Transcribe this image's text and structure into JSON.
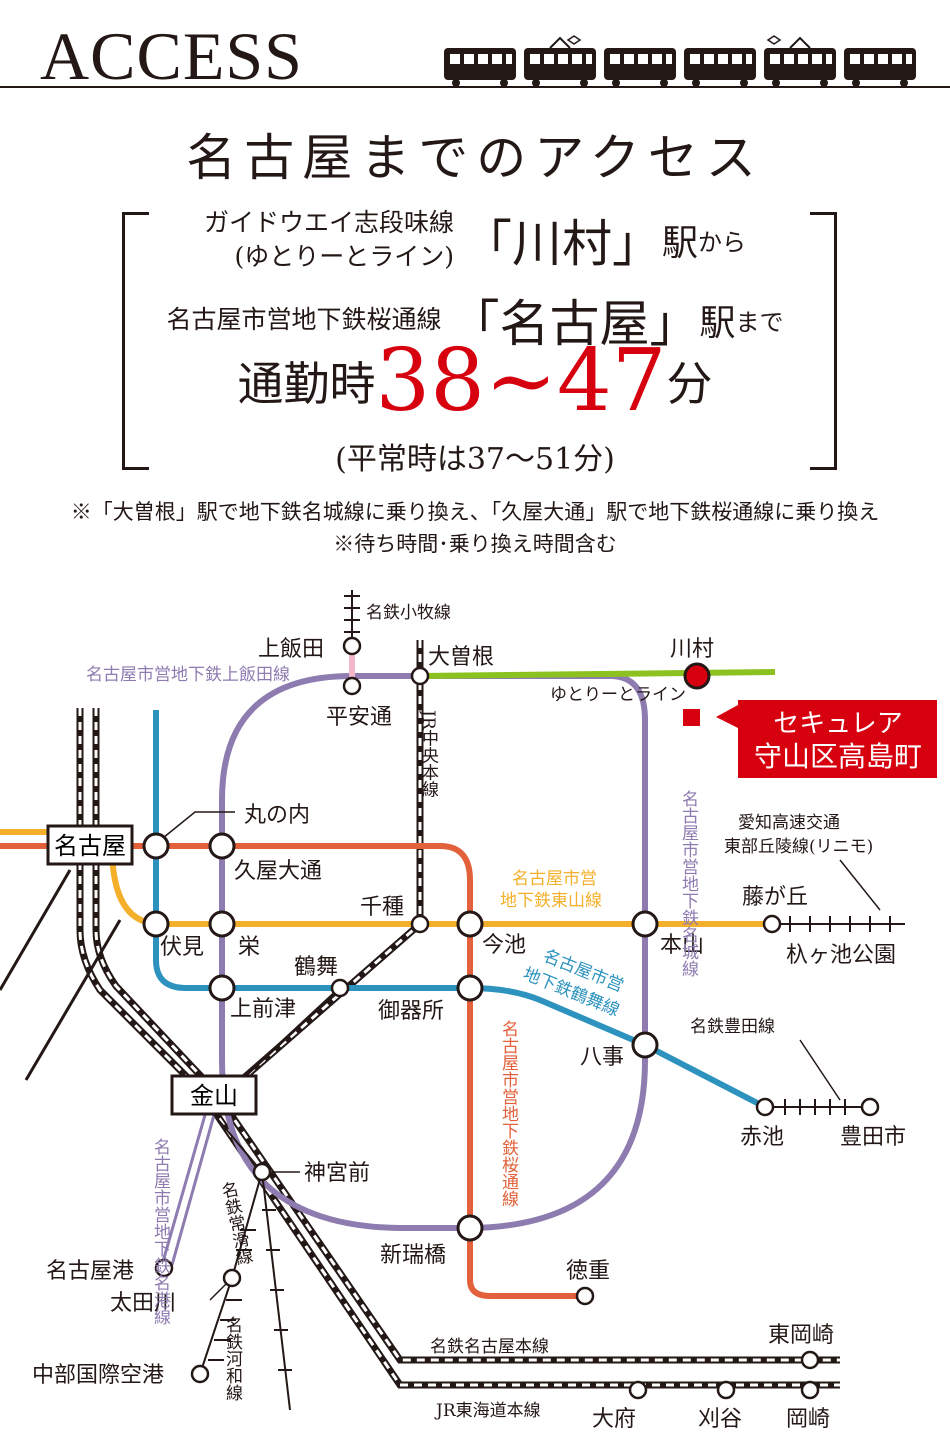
{
  "header": {
    "title": "ACCESS"
  },
  "subtitle": "名古屋までのアクセス",
  "summary": {
    "line_from_1": "ガイドウエイ志段味線",
    "line_from_2": "(ゆとりーとライン)",
    "from_station": "「川村」",
    "from_eki": "駅",
    "from_suffix": "から",
    "line_to": "名古屋市営地下鉄桜通線",
    "to_station": "「名古屋」",
    "to_eki": "駅",
    "to_suffix": "まで",
    "commute_label": "通勤時",
    "commute_range": "38~47",
    "commute_unit": "分",
    "normal_time": "(平常時は37〜51分)"
  },
  "notes": [
    "※「大曽根」駅で地下鉄名城線に乗り換え、「久屋大通」駅で地下鉄桜通線に乗り換え",
    "※待ち時間･乗り換え時間含む"
  ],
  "colors": {
    "meijo": "#8e7cb0",
    "higashiyama": "#f4b02a",
    "tsurumai": "#2d93be",
    "sakuradori": "#e2613a",
    "yutorito": "#8bc220",
    "kamiiida": "#f3b7c9",
    "accent_red": "#d7000f",
    "ink": "#231815"
  },
  "map": {
    "property_callout": [
      "セキュレア",
      "守山区高島町"
    ],
    "line_labels": {
      "meitetsu_komaki": "名鉄小牧線",
      "kamiiida_line": "名古屋市営地下鉄上飯田線",
      "yutorito_line": "ゆとりーとライン",
      "jr_chuo": "JR中央本線",
      "meijo_line": "名古屋市営地下鉄名城線",
      "higashiyama_line": [
        "名古屋市営",
        "地下鉄東山線"
      ],
      "tsurumai_line": [
        "名古屋市営",
        "地下鉄鶴舞線"
      ],
      "sakuradori_line": "名古屋市営地下鉄桜通線",
      "meiko_line": "名古屋市営地下鉄名港線",
      "linimo_line": [
        "愛知高速交通",
        "東部丘陵線(リニモ)"
      ],
      "meitetsu_toyota": "名鉄豊田線",
      "meitetsu_tokoname": "名鉄常滑線",
      "meitetsu_kowa": "名鉄河和線",
      "meitetsu_nagoya_main": "名鉄名古屋本線",
      "jr_tokaido": "JR東海道本線"
    },
    "stations": {
      "nagoya": "名古屋",
      "kanayama": "金山",
      "kamiiida": "上飯田",
      "ozone": "大曽根",
      "heian_dori": "平安通",
      "kawamura": "川村",
      "marunouchi": "丸の内",
      "hisaya_odori": "久屋大通",
      "chikusa": "千種",
      "fushimi": "伏見",
      "sakae": "栄",
      "imaike": "今池",
      "motoyama": "本山",
      "fujigaoka": "藤が丘",
      "hanamizuki": "杁ヶ池公園",
      "tsurumai": "鶴舞",
      "kamimaezu": "上前津",
      "gokiso": "御器所",
      "yagoto": "八事",
      "akaike": "赤池",
      "toyotashi": "豊田市",
      "jingumae": "神宮前",
      "aratamabashi": "新瑞橋",
      "tokushige": "徳重",
      "nagoyako": "名古屋港",
      "otagawa": "太田川",
      "centrair": "中部国際空港",
      "higashi_okazaki": "東岡崎",
      "obu": "大府",
      "kariya": "刈谷",
      "okazaki": "岡崎"
    }
  }
}
